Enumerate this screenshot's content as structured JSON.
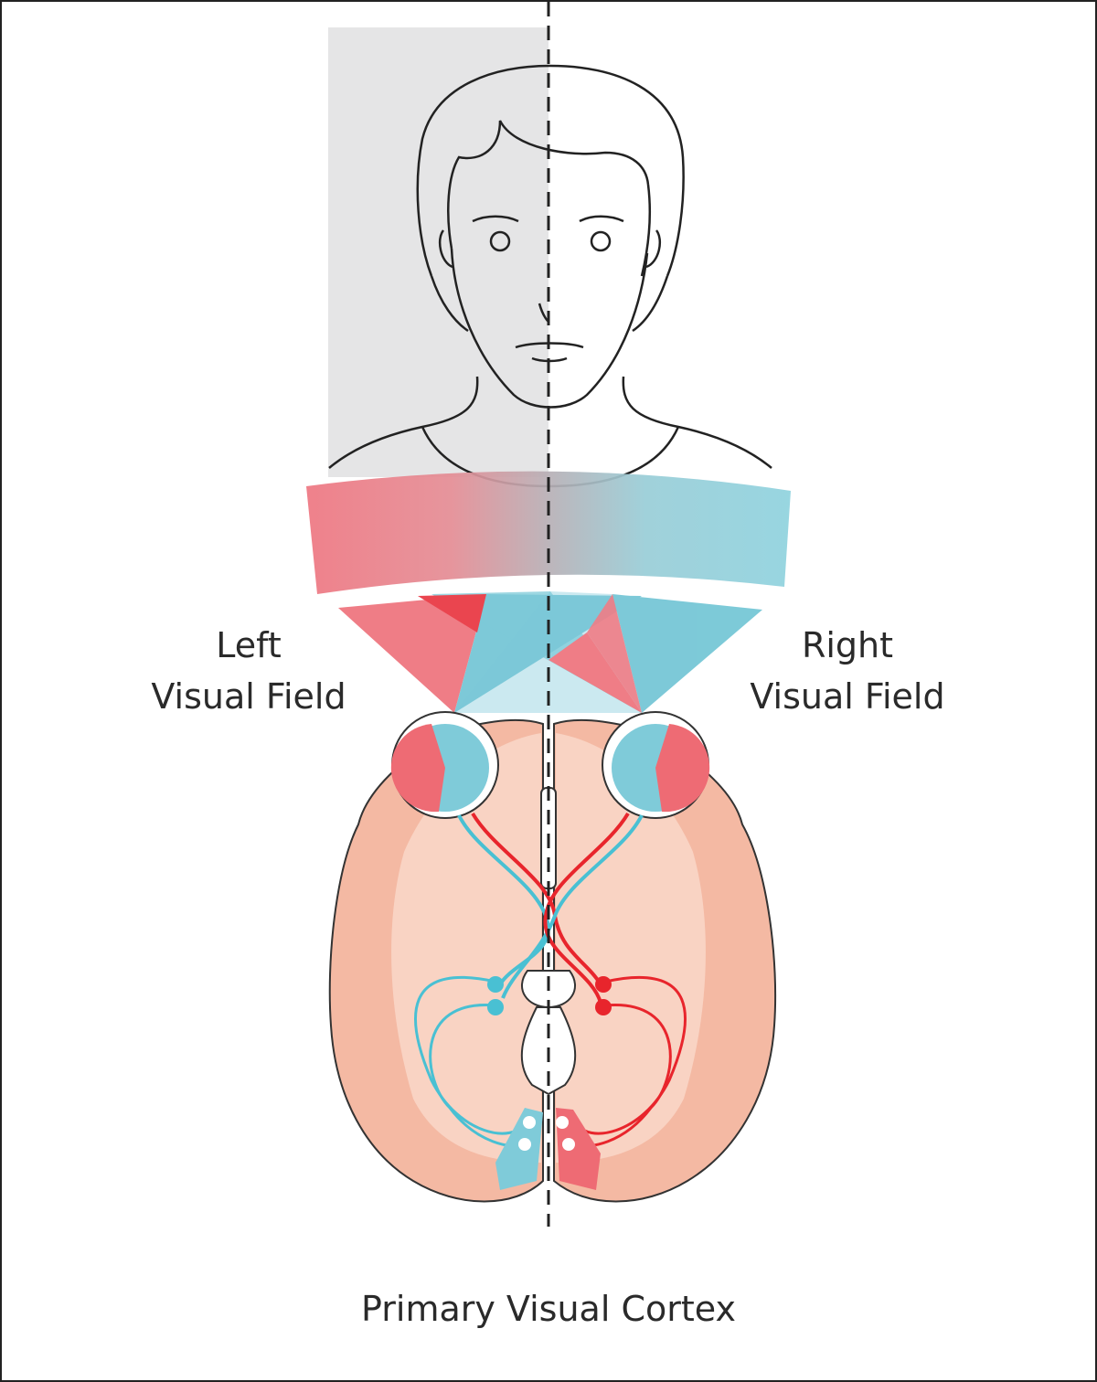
{
  "labels": {
    "left_field": [
      "Left",
      "Visual Field"
    ],
    "right_field": [
      "Right",
      "Visual Field"
    ],
    "cortex": "Primary Visual Cortex"
  },
  "colors": {
    "left_field_red": "#ee6b74",
    "right_field_teal": "#7fcbd9",
    "brain_outer": "#f4b9a3",
    "brain_inner": "#f9d3c3",
    "shade": "#e5e5e6",
    "red_path": "#e8252c",
    "teal_path": "#49c0d3"
  }
}
